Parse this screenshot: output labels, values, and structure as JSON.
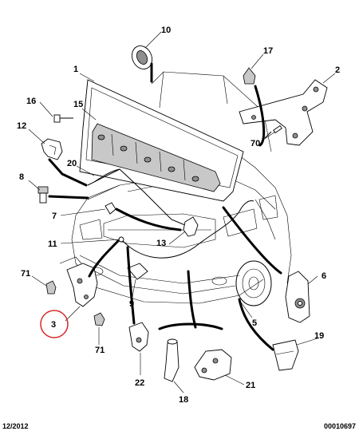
{
  "parts": [
    {
      "id": "p1",
      "number": "1"
    },
    {
      "id": "p2",
      "number": "2"
    },
    {
      "id": "p3",
      "number": "3",
      "highlighted": true
    },
    {
      "id": "p5",
      "number": "5"
    },
    {
      "id": "p6",
      "number": "6"
    },
    {
      "id": "p7",
      "number": "7"
    },
    {
      "id": "p8",
      "number": "8"
    },
    {
      "id": "p9",
      "number": "9"
    },
    {
      "id": "p10",
      "number": "10"
    },
    {
      "id": "p11",
      "number": "11"
    },
    {
      "id": "p12",
      "number": "12"
    },
    {
      "id": "p13",
      "number": "13"
    },
    {
      "id": "p15",
      "number": "15"
    },
    {
      "id": "p16",
      "number": "16"
    },
    {
      "id": "p17",
      "number": "17"
    },
    {
      "id": "p18",
      "number": "18"
    },
    {
      "id": "p19",
      "number": "19"
    },
    {
      "id": "p20",
      "number": "20"
    },
    {
      "id": "p21",
      "number": "21"
    },
    {
      "id": "p22",
      "number": "22"
    },
    {
      "id": "p70",
      "number": "70"
    },
    {
      "id": "p71a",
      "number": "71"
    },
    {
      "id": "p71b",
      "number": "71"
    }
  ],
  "footer": {
    "date": "12/2012",
    "reference": "00010697"
  },
  "colors": {
    "highlight_circle": "#d42a2a",
    "lines": "#000000"
  }
}
